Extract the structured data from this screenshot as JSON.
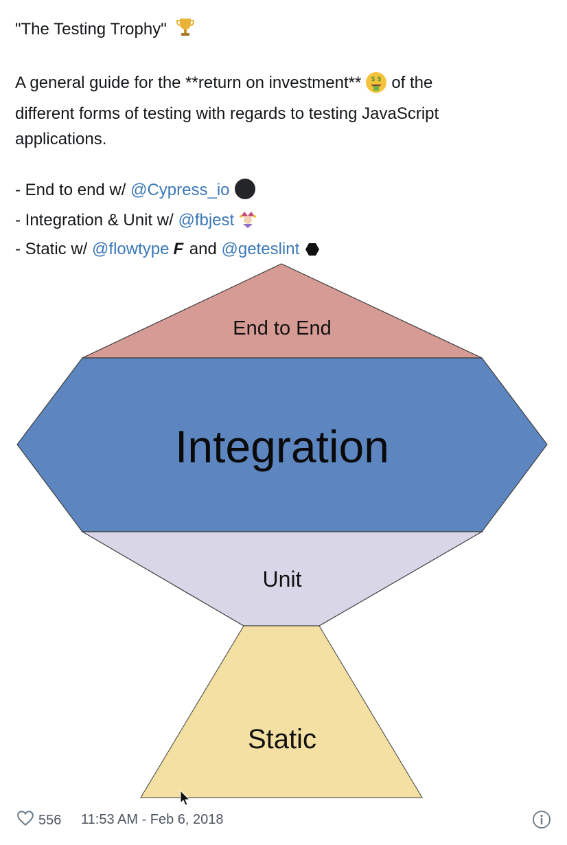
{
  "tweet": {
    "title": "\"The Testing Trophy\"",
    "intro_1": "A general guide for the **return on investment**",
    "intro_2": "of the",
    "intro_3": "different forms of testing with regards to testing JavaScript",
    "intro_4": "applications.",
    "lines": [
      {
        "prefix": "- End to end w/ ",
        "mention": "@Cypress_io"
      },
      {
        "prefix": "- Integration & Unit w/ ",
        "mention": "@fbjest"
      },
      {
        "prefix": "- Static w/ ",
        "mention": "@flowtype",
        "flow_glyph": "F",
        "middle": " and ",
        "mention2": "@geteslint"
      }
    ]
  },
  "icons": {
    "title_emoji": "trophy-icon",
    "roi_emoji": "money-mouth-face-icon",
    "cypress": "dark-circle-icon",
    "jest": "jester-icon",
    "eslint": "hexagon-icon",
    "like": "heart-icon",
    "info": "info-icon",
    "pointer": "cursor-icon"
  },
  "diagram": {
    "segments": [
      {
        "label": "End to End",
        "color": "#d79b96"
      },
      {
        "label": "Integration",
        "color": "#5d86c1"
      },
      {
        "label": "Unit",
        "color": "#d9d6e8"
      },
      {
        "label": "Static",
        "color": "#f4e0a2"
      }
    ]
  },
  "footer": {
    "likes": "556",
    "timestamp": "11:53 AM - Feb 6, 2018"
  }
}
